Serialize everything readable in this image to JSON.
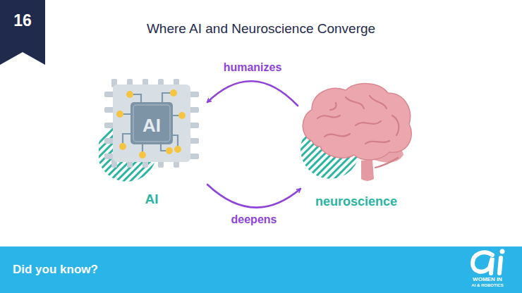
{
  "diagram": {
    "title": "Where AI and Neuroscience Converge",
    "nodes": [
      {
        "text": [
          "AI",
          "AI"
        ]
      },
      {
        "text": [
          "neuroscience"
        ]
      }
    ],
    "edges": [
      {
        "from": 1,
        "to": 0,
        "label": "humanizes",
        "arrow": "to"
      },
      {
        "from": 0,
        "to": 1,
        "label": "deepens",
        "arrow": "to"
      }
    ],
    "labels": [
      "16",
      "Did you know?",
      "WOMEN IN",
      "AI & ROBOTICS"
    ]
  }
}
